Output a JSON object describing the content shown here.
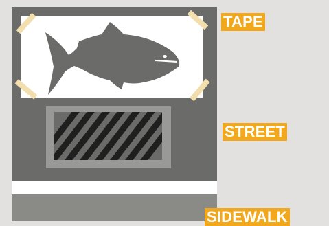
{
  "labels": {
    "tape": "TAPE",
    "street": "STREET",
    "sidewalk": "SIDEWALK"
  },
  "colors": {
    "background": "#e3e1df",
    "street": "#6b6c69",
    "poster": "#ffffff",
    "fish": "#6b6c69",
    "tape": "#f3dfae",
    "grate_frame": "#999a97",
    "grate_stripes": "#1f1f1f",
    "curb": "#ffffff",
    "sidewalk": "#8a8b87",
    "label_background": "#f2a81d",
    "label_text": "#ffffff"
  },
  "icons": {
    "poster_graphic": "fish-icon"
  }
}
